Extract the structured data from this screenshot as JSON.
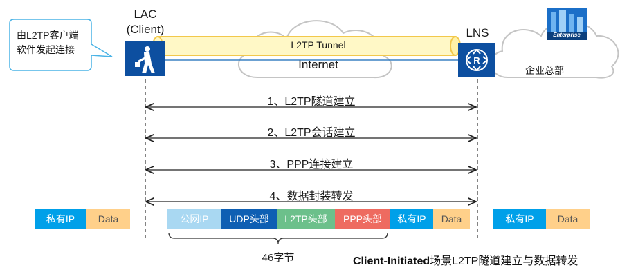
{
  "callout": {
    "lines": [
      "由L2TP客户端",
      "软件发起连接"
    ]
  },
  "lac": {
    "label_line1": "LAC",
    "label_line2": "(Client)"
  },
  "lns": {
    "label": "LNS"
  },
  "internet": {
    "label": "Internet"
  },
  "tunnel": {
    "label": "L2TP Tunnel"
  },
  "enterprise": {
    "label": "企业总部",
    "logo_text": "Enterprise"
  },
  "steps": [
    "1、L2TP隧道建立",
    "2、L2TP会话建立",
    "3、PPP连接建立",
    "4、数据封装转发"
  ],
  "packets": {
    "left": [
      {
        "label": "私有IP",
        "color": "#00a0e9"
      },
      {
        "label": "Data",
        "color": "#ffd08a"
      }
    ],
    "middle": [
      {
        "label": "公网IP",
        "color": "#a9d8f2"
      },
      {
        "label": "UDP头部",
        "color": "#0e5fb3"
      },
      {
        "label": "L2TP头部",
        "color": "#6cc08b"
      },
      {
        "label": "PPP头部",
        "color": "#ee6b60"
      },
      {
        "label": "私有IP",
        "color": "#00a0e9"
      },
      {
        "label": "Data",
        "color": "#ffd08a"
      }
    ],
    "right": [
      {
        "label": "私有IP",
        "color": "#00a0e9"
      },
      {
        "label": "Data",
        "color": "#ffd08a"
      }
    ]
  },
  "brace_label": "46字节",
  "caption": {
    "bold": "Client-Initiated",
    "rest": "场景L2TP隧道建立与数据转发"
  }
}
